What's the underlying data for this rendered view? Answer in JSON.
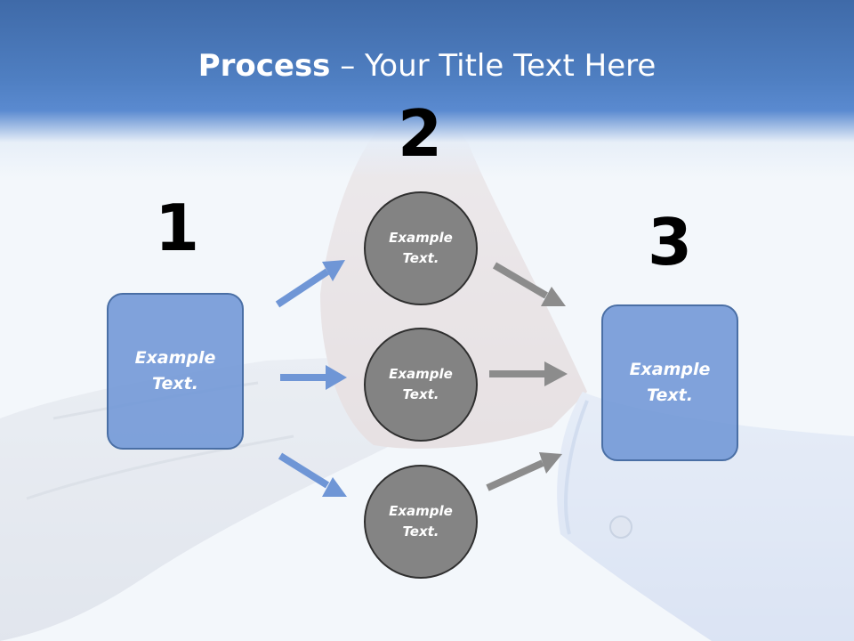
{
  "title": {
    "bold": "Process",
    "rest": " – Your Title Text Here"
  },
  "steps": [
    {
      "number": "1"
    },
    {
      "number": "2"
    },
    {
      "number": "3"
    }
  ],
  "left_box": {
    "text": "Example Text."
  },
  "circles": [
    {
      "text": "Example Text."
    },
    {
      "text": "Example Text."
    },
    {
      "text": "Example Text."
    }
  ],
  "right_box": {
    "text": "Example Text."
  },
  "colors": {
    "header": "#4f7fc2",
    "box_fill": "#6f96d6",
    "box_border": "#4a6fa5",
    "circle_fill": "#7d7d7d",
    "arrow_blue": "#6f96d6",
    "arrow_gray": "#8c8c8c"
  }
}
